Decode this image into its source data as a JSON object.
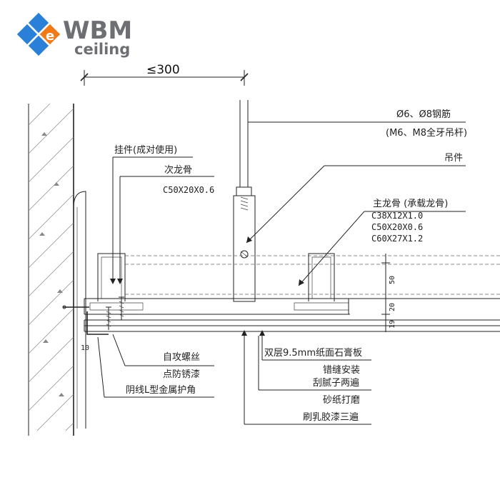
{
  "logo": {
    "brand_top": "WBM",
    "brand_bottom": "ceiling",
    "colors": {
      "blue": "#2a7fd6",
      "orange": "#f07a18",
      "gray": "#6d6f73"
    }
  },
  "dimension_top": "≤300",
  "labels": {
    "rebar": "Ø6、Ø8钢筋",
    "rebar_sub": "(M6、M8全牙吊杆)",
    "hanger_pair": "挂件(成对使用)",
    "hanger": "吊件",
    "secondary_keel": "次龙骨",
    "secondary_keel_spec": "C50X20X0.6",
    "main_keel": "主龙骨 (承载龙骨)",
    "main_keel_specs": [
      "C38X12X1.0",
      "C50X20X0.6",
      "C60X27X1.2"
    ],
    "screw": "自攻螺丝",
    "rust": "点防锈漆",
    "corner": "阴线L型金属护角",
    "board": "双层9.5mm纸面石膏板",
    "board_sub": "错缝安装",
    "putty": "刮腻子两遍",
    "sand": "砂纸打磨",
    "paint": "刷乳胶漆三遍"
  },
  "dims_right": [
    "50",
    "20",
    "19"
  ],
  "dim_wall_gap": "10"
}
